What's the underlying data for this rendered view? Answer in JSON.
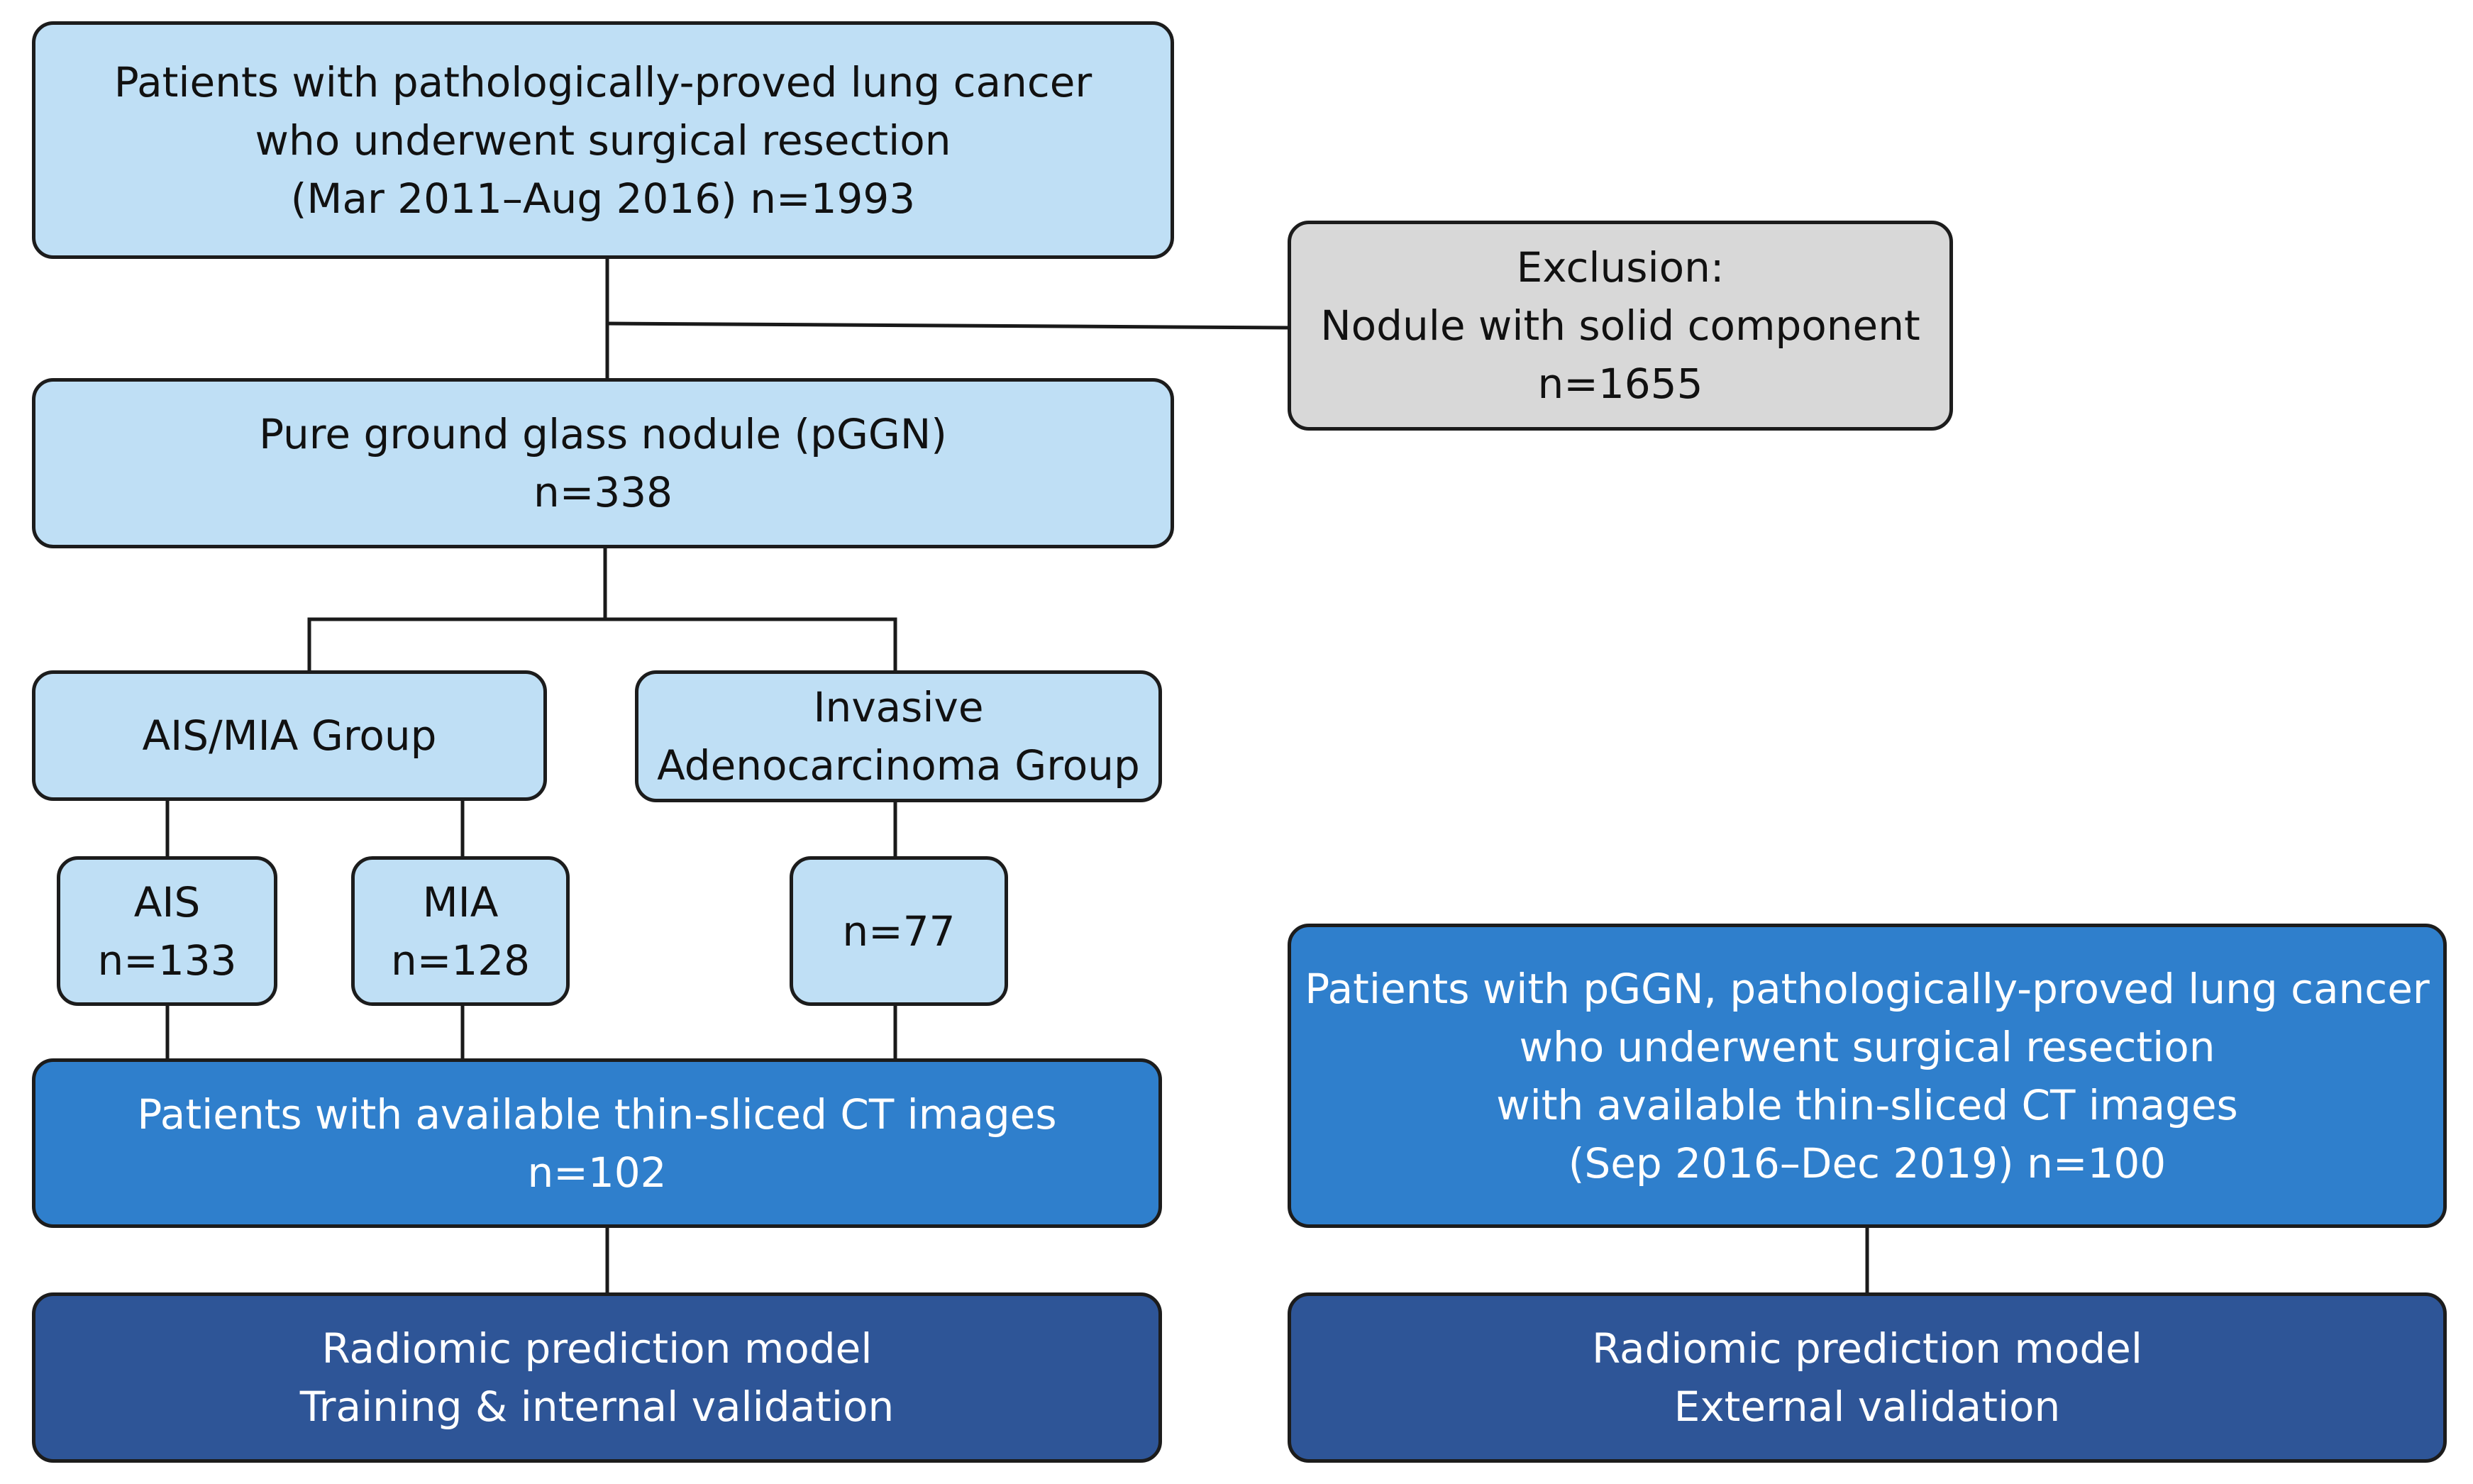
{
  "boxes": {
    "source": {
      "lines": [
        "Patients with pathologically-proved lung cancer",
        "who underwent surgical resection",
        "(Mar 2011–Aug 2016)  n=1993"
      ]
    },
    "exclusion": {
      "lines": [
        "Exclusion:",
        "Nodule with solid component",
        "n=1655"
      ]
    },
    "pggn": {
      "lines": [
        "Pure ground glass nodule (pGGN)",
        "n=338"
      ]
    },
    "ais_mia_group": {
      "lines": [
        "AIS/MIA Group"
      ]
    },
    "invasive_group": {
      "lines": [
        "Invasive",
        "Adenocarcinoma Group"
      ]
    },
    "ais": {
      "lines": [
        "AIS",
        "n=133"
      ]
    },
    "mia": {
      "lines": [
        "MIA",
        "n=128"
      ]
    },
    "invasive_n": {
      "lines": [
        "n=77"
      ]
    },
    "available_ct": {
      "lines": [
        "Patients with available thin-sliced CT images",
        "n=102"
      ]
    },
    "external_cohort": {
      "lines": [
        "Patients with pGGN, pathologically-proved lung cancer",
        "who underwent surgical resection",
        "with available  thin-sliced CT images",
        "(Sep 2016–Dec 2019)  n=100"
      ]
    },
    "training_model": {
      "lines": [
        "Radiomic prediction model",
        "Training & internal validation"
      ]
    },
    "external_model": {
      "lines": [
        "Radiomic prediction model",
        "External validation"
      ]
    }
  },
  "colors": {
    "light_box": "#bfdff5",
    "exclusion_box": "#d8d8d8",
    "mid_box": "#2f7fcc",
    "dark_box": "#2e5597",
    "border": "#1c1c1c"
  }
}
